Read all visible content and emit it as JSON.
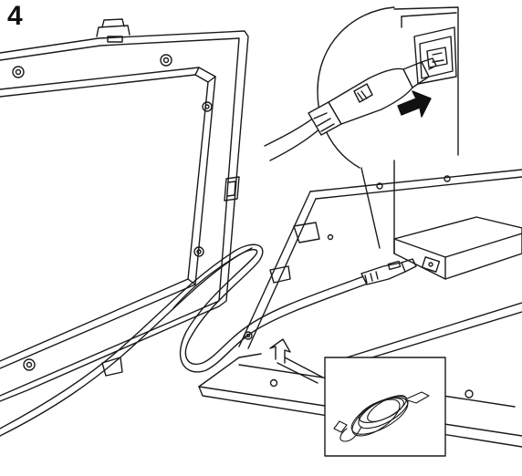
{
  "step": {
    "number": "4"
  },
  "illustration": {
    "ink_color": "#1a1a1a",
    "paper_color": "#ffffff",
    "arrow_fill": "#111111",
    "icons": [
      "frame-panel",
      "power-cord-plug",
      "led-driver-box",
      "coiled-cable",
      "zoom-callout-circle",
      "insert-arrow"
    ]
  }
}
